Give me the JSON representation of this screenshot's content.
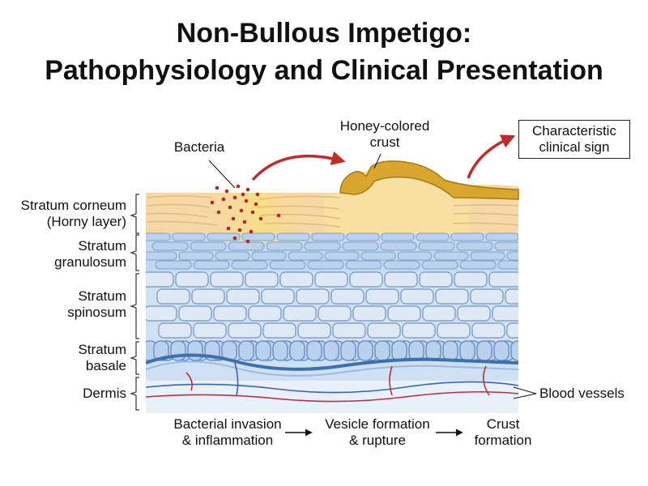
{
  "title": {
    "line1": "Non-Bullous Impetigo:",
    "line2": "Pathophysiology and Clinical Presentation"
  },
  "labels": {
    "bacteria": "Bacteria",
    "crust_line1": "Honey-colored",
    "crust_line2": "crust",
    "sign_line1": "Characteristic",
    "sign_line2": "clinical sign",
    "blood_vessels": "Blood vessels"
  },
  "layers": [
    {
      "line1": "Stratum corneum",
      "line2": "(Horny layer)"
    },
    {
      "line1": "Stratum",
      "line2": "granulosum"
    },
    {
      "line1": "Stratum",
      "line2": "spinosum"
    },
    {
      "line1": "Stratum",
      "line2": "basale"
    },
    {
      "line1": "Dermis",
      "line2": ""
    }
  ],
  "process": [
    {
      "line1": "Bacterial invasion",
      "line2": "& inflammation"
    },
    {
      "line1": "Vesicle formation",
      "line2": "& rupture"
    },
    {
      "line1": "Crust",
      "line2": "formation"
    }
  ],
  "colors": {
    "corneum": "#f6d8a6",
    "granulosum": "#c9dcf0",
    "spinosum_cell": "#dfe9f5",
    "basale_cell": "#b9d1ec",
    "dermis": "#e8f1fa",
    "crust": "#d9a62e",
    "bacteria": "#b3262a",
    "arrow": "#c42a2a"
  }
}
